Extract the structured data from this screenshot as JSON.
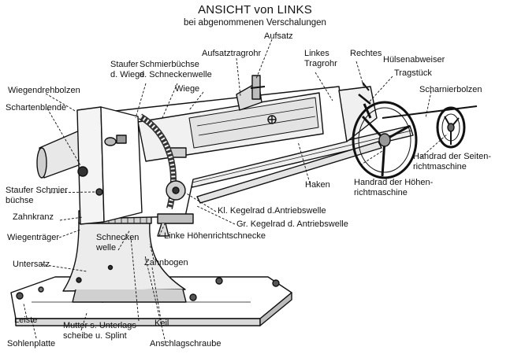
{
  "title": "ANSICHT von LINKS",
  "subtitle": "bei abgenommenen Verschalungen",
  "labels": {
    "aufsatz": "Aufsatz",
    "aufsatztragrohr": "Aufsatztragrohr",
    "linkes_tragrohr": "Linkes\nTragrohr",
    "rechtes": "Rechtes",
    "huelsenabweiser": "Hülsenabweiser",
    "tragstueck": "Tragstück",
    "scharnierbolzen": "Scharnierbolzen",
    "staufer_wiege": "Staufer\nd. Wiege",
    "schmierbuechse_schneckenwelle": "Schmierbüchse\nd. Schneckenwelle",
    "wiegendrehbolzen": "Wiegendrehbolzen",
    "wiege": "Wiege",
    "schartenblende": "Schartenblende",
    "handrad_seiten": "Handrad der Seiten-\nrichtmaschine",
    "handrad_hoehen": "Handrad der Höhen-\nrichtmaschine",
    "haken": "Haken",
    "staufer_schmierbuechse": "Staufer Schmier\nbüchse",
    "kl_kegelrad": "Kl. Kegelrad d.Antriebswelle",
    "gr_kegelrad": "Gr. Kegelrad d. Antriebswelle",
    "zahnkranz": "Zahnkranz",
    "linke_hoehenrichtschnecke": "Linke Höhenrichtschnecke",
    "wiegentraeger": "Wiegenträger",
    "schneckenwelle": "Schnecken\nwelle",
    "zahnbogen": "Zahnbogen",
    "untersatz": "Untersatz",
    "leiste": "Leiste",
    "mutter": "Mutter s. Unterlags\nscheibe u. Splint",
    "keil": "Keil",
    "sohlenplatte": "Sohlenplatte",
    "anschlagschraube": "Anschlagschraube"
  }
}
